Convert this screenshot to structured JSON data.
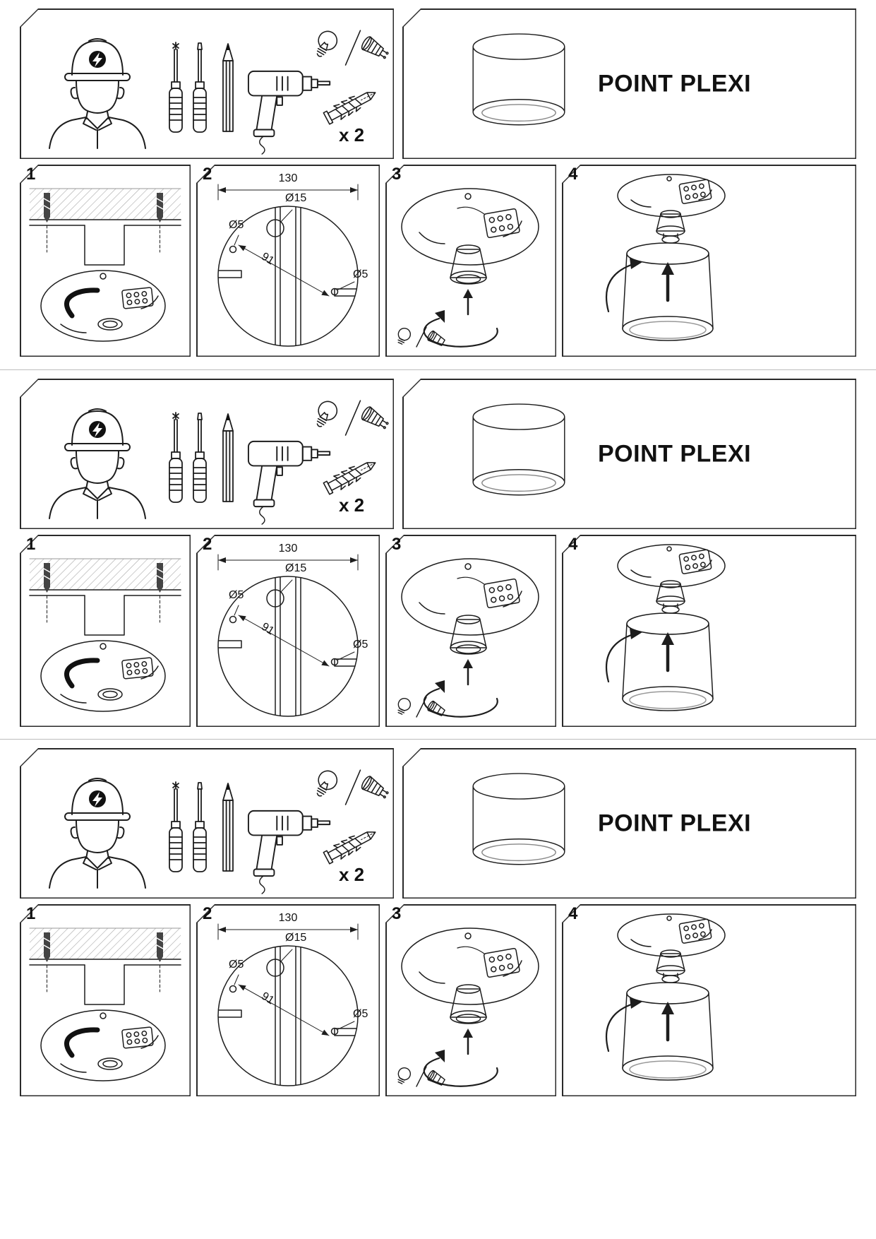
{
  "sections": 3,
  "product": {
    "name": "POINT PLEXI"
  },
  "tools_panel": {
    "quantity_label": "x 2",
    "icons": [
      "electrician",
      "phillips-screwdriver",
      "flat-screwdriver",
      "pencil",
      "power-drill",
      "light-bulb",
      "gu10-bulb",
      "wall-plug"
    ]
  },
  "steps": {
    "step1": {
      "number": "1"
    },
    "step2": {
      "number": "2",
      "dimensions": {
        "width": "130",
        "center_hole": "Ø15",
        "left_hole": "Ø5",
        "right_hole": "Ø5",
        "diagonal": "91"
      }
    },
    "step3": {
      "number": "3"
    },
    "step4": {
      "number": "4"
    }
  }
}
